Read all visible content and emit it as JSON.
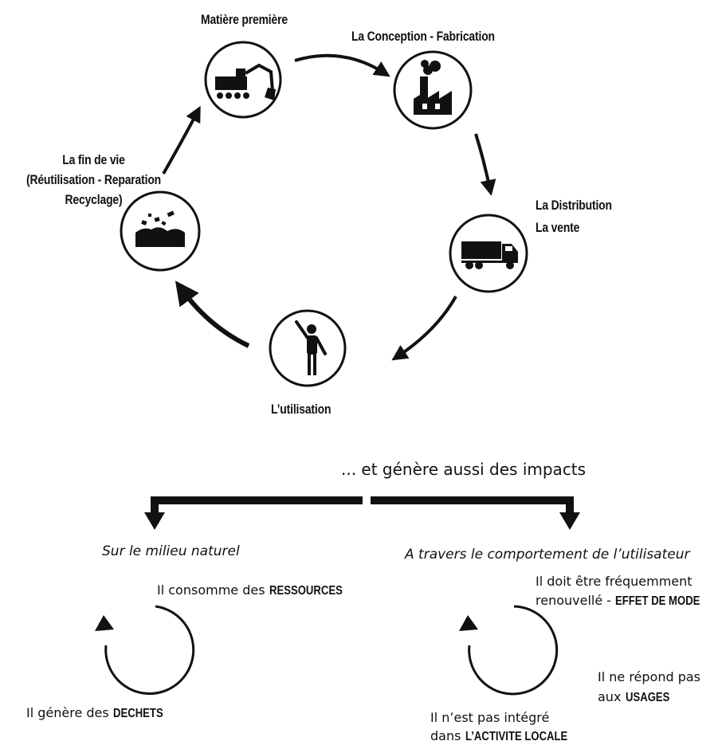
{
  "lifecycle": {
    "matiere": "Matière première",
    "conception": "La Conception - Fabrication",
    "distribution": [
      "La Distribution",
      "La vente"
    ],
    "utilisation": "L’utilisation",
    "fin_de_vie": [
      "La fin de vie",
      "(Réutilisation - Reparation",
      "Recyclage)"
    ],
    "icons": [
      "excavator-icon",
      "factory-icon",
      "truck-icon",
      "person-icon",
      "waste-icon"
    ]
  },
  "impacts": {
    "heading": "... et génère aussi des impacts",
    "left": {
      "title": "Sur le milieu naturel",
      "top_text": "Il consomme des",
      "top_kw": "RESSOURCES",
      "bottom_text": "Il génère des",
      "bottom_kw": "DECHETS"
    },
    "right": {
      "title": "A travers le comportement de l’utilisateur",
      "mode_line1": "Il doit être fréquemment",
      "mode_line2": "renouvellé -",
      "mode_kw": "EFFET DE MODE",
      "usages_line1": "Il ne répond pas",
      "usages_line2": "aux",
      "usages_kw": "USAGES",
      "local_line1": "Il n’est pas intégré",
      "local_line2": "dans",
      "local_kw": "L’ACTIVITE LOCALE"
    }
  },
  "colors": {
    "ink": "#111111",
    "background": "#ffffff"
  }
}
